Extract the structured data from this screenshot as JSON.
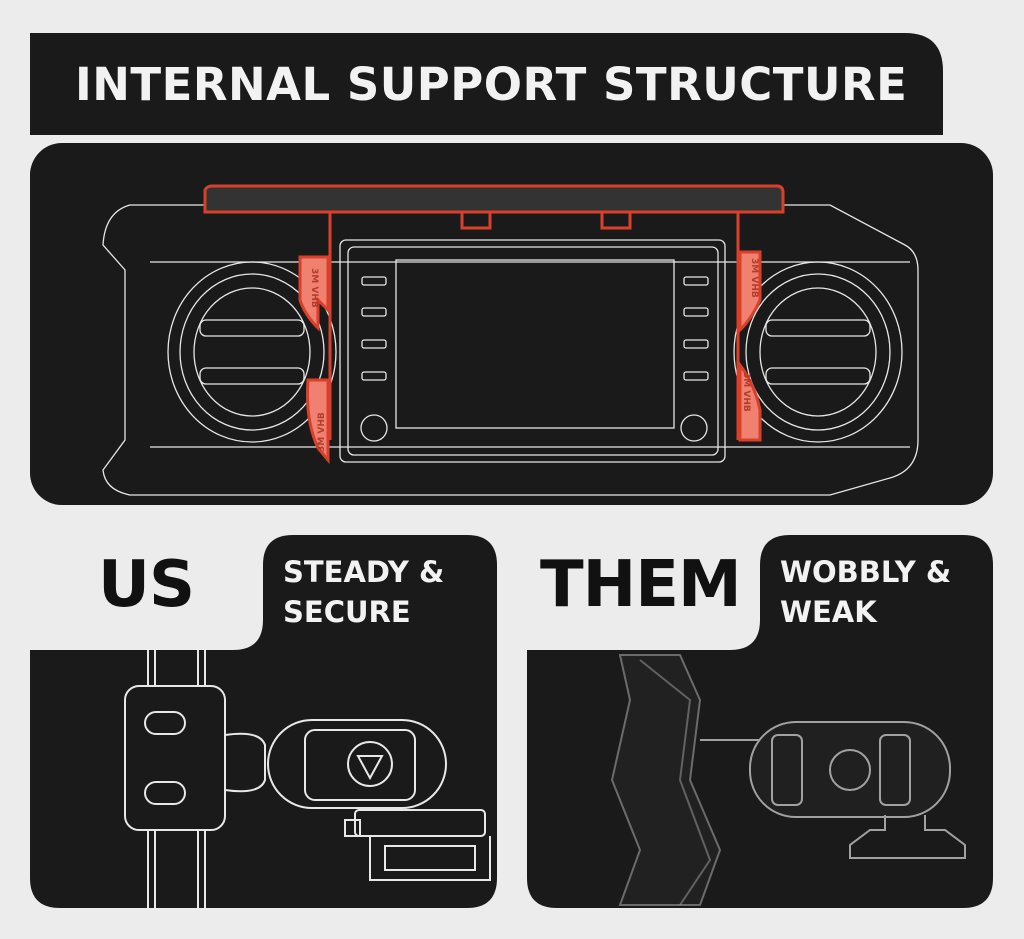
{
  "header": {
    "title": "INTERNAL SUPPORT STRUCTURE"
  },
  "comparison": {
    "us": {
      "label": "US",
      "tagline_1": "STEADY &",
      "tagline_2": "SECURE"
    },
    "them": {
      "label": "THEM",
      "tagline_1": "WOBBLY &",
      "tagline_2": "WEAK"
    }
  },
  "diagram": {
    "adhesive_label": "3M VHB"
  },
  "colors": {
    "panel": "#1a1a1a",
    "background": "#ececec",
    "highlight": "#d9402a",
    "line": "#e8e8e8"
  }
}
